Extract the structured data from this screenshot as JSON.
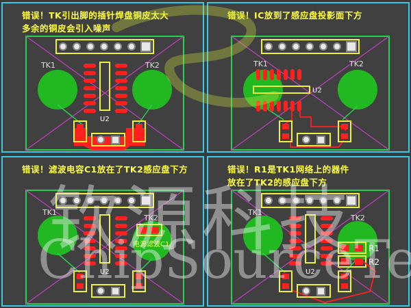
{
  "panels": [
    {
      "caption_l1": "错误！TK引出脚的插针焊盘铜皮太大",
      "caption_l2": "多余的铜皮会引入噪声"
    },
    {
      "caption_l1": "错误！IC放到了感应盘投影面下方",
      "caption_l2": ""
    },
    {
      "caption_l1": "错误！滤波电容C1放在了TK2感应盘下方",
      "caption_l2": ""
    },
    {
      "caption_l1": "错误！R1是TK1网络上的器件",
      "caption_l2": "放在了TK2的感应盘下方"
    }
  ],
  "labels": {
    "tk1": "TK1",
    "tk2": "TK2",
    "u2": "U2",
    "c1": "电源滤波C1",
    "r1": "R1",
    "r2": "R2"
  },
  "watermark": {
    "cn": "钦源科技",
    "en": "ChipSourceTek"
  },
  "colors": {
    "panel_border": "#38c8e8",
    "board_outline": "#28d050",
    "pad_red": "#ff2020",
    "touch_pad": "#22b822",
    "cross_line": "#c040c0",
    "silkscreen": "#f0f040",
    "text": "#ffff40"
  }
}
